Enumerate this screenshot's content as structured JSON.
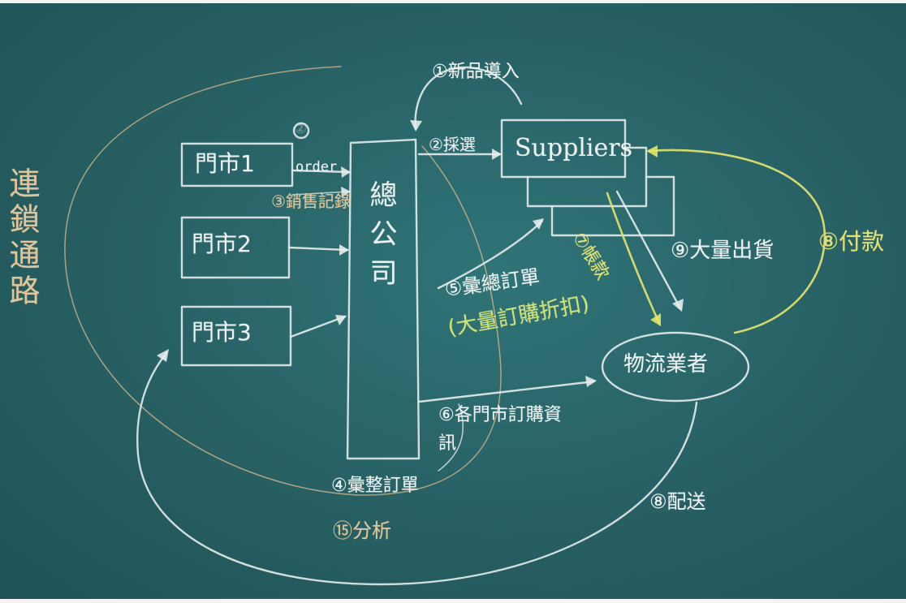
{
  "title": {
    "text": "連鎖通路"
  },
  "stores": {
    "store_1": "門市1",
    "store_2": "門市2",
    "store_3": "門市3",
    "order_arrow_label": "order",
    "step_2_marker": "②"
  },
  "head_office": {
    "label": "總公司"
  },
  "suppliers": {
    "label": "Suppliers"
  },
  "distributor": {
    "label": "物流業者"
  },
  "steps": {
    "step_1": "①新品導入",
    "step_2": "②採選",
    "step_3": "③銷售記錄",
    "step_4": "④彙整訂單",
    "step_5": "⑤彙總訂單",
    "step_5_note": "(大量訂購折扣)",
    "step_6": "⑥各門市訂購資訊",
    "step_7": "⑦帳款",
    "step_8_pay": "⑧付款",
    "step_8_ship": "⑧配送",
    "step_9": "⑨大量出貨",
    "step_15": "⑮分析"
  },
  "colors": {
    "board": "#275f63",
    "chalk_white": "#e9efee",
    "chalk_yellow": "#e6e46a",
    "chalk_orange": "#e2c596",
    "chalk_green": "#cfe36e"
  }
}
